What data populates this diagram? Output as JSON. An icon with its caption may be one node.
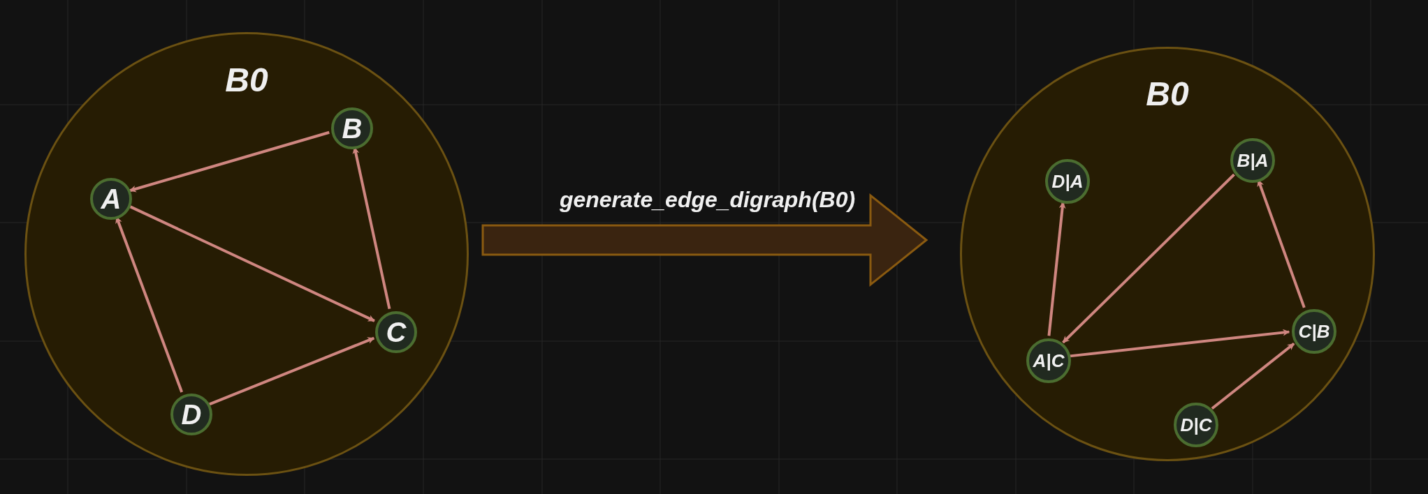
{
  "diagram": {
    "nodes": [
      {
        "text": [
          "B0"
        ]
      },
      {
        "text": [
          "A"
        ],
        "in": 0
      },
      {
        "text": [
          "B"
        ],
        "in": 0
      },
      {
        "text": [
          "C"
        ],
        "in": 0
      },
      {
        "text": [
          "D"
        ],
        "in": 0
      },
      {
        "text": [
          "B0"
        ]
      },
      {
        "text": [
          "D|A"
        ],
        "in": 5
      },
      {
        "text": [
          "B|A"
        ],
        "in": 5
      },
      {
        "text": [
          "A|C"
        ],
        "in": 5
      },
      {
        "text": [
          "C|B"
        ],
        "in": 5
      },
      {
        "text": [
          "D|C"
        ],
        "in": 5
      }
    ],
    "edges": [
      {
        "from": 2,
        "to": 1,
        "arrow": "to"
      },
      {
        "from": 1,
        "to": 3,
        "arrow": "to"
      },
      {
        "from": 3,
        "to": 2,
        "arrow": "to"
      },
      {
        "from": 4,
        "to": 1,
        "arrow": "to"
      },
      {
        "from": 4,
        "to": 3,
        "arrow": "to"
      },
      {
        "from": 0,
        "to": 5,
        "arrow": "to",
        "label": "generate_edge_digraph(B0)",
        "style": "thick",
        "color": "#3a2410"
      },
      {
        "from": 7,
        "to": 8,
        "arrow": "to"
      },
      {
        "from": 8,
        "to": 6,
        "arrow": "to"
      },
      {
        "from": 8,
        "to": 9,
        "arrow": "to"
      },
      {
        "from": 9,
        "to": 7,
        "arrow": "to"
      },
      {
        "from": 10,
        "to": 9,
        "arrow": "to"
      }
    ]
  }
}
